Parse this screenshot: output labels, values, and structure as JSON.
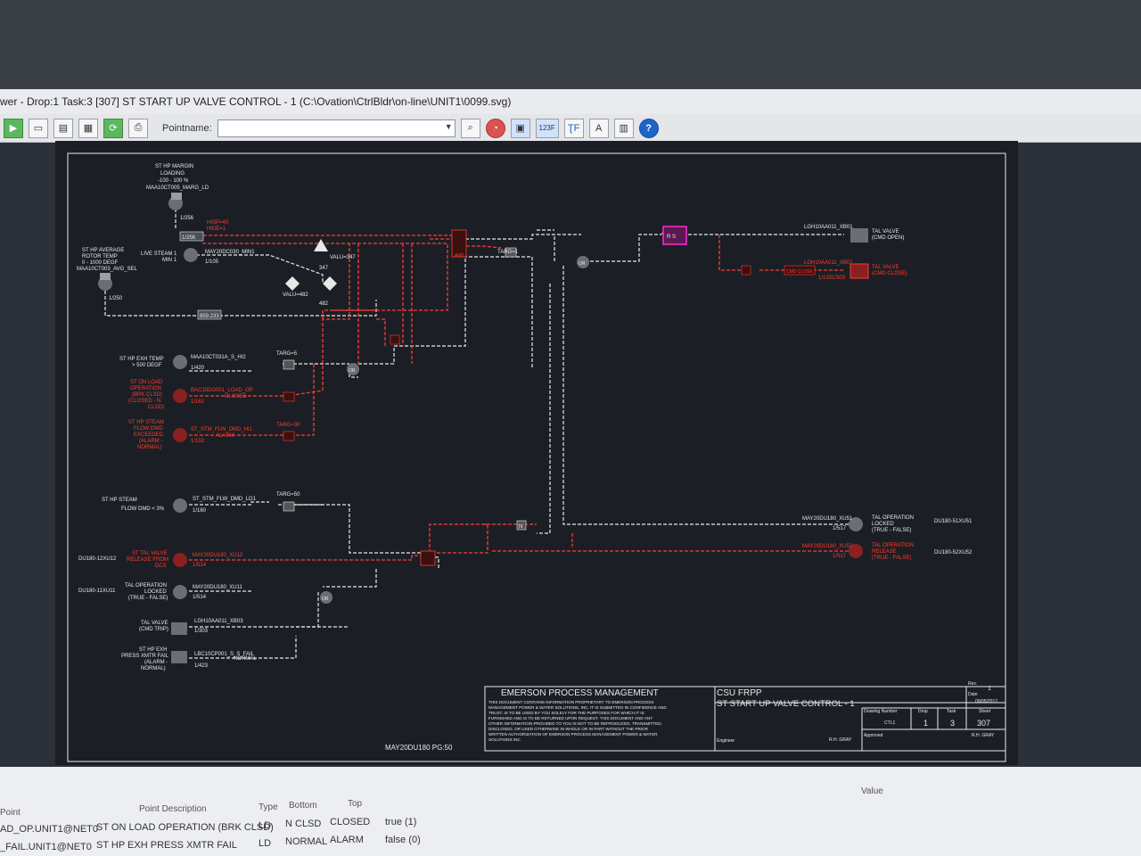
{
  "window": {
    "title": "wer - Drop:1 Task:3 [307] ST START UP VALVE CONTROL - 1 (C:\\Ovation\\CtrlBldr\\on-line\\UNIT1\\0099.svg)"
  },
  "toolbar": {
    "pointname_label": "Pointname:",
    "pointname_value": "",
    "btn_123f": "123F",
    "btn_help": "?"
  },
  "diagram": {
    "inputs": {
      "margin_loading": [
        "ST HP MARGIN",
        "LOADING",
        "-100 - 100 %",
        "MAA10CT005_MARG_LD"
      ],
      "margin_loading_block": "1/256",
      "hisp": "HISP=40",
      "hide": "HIDE=1",
      "avg_rotor": [
        "ST HP AVERAGE",
        "ROTOR TEMP",
        "0 - 1000 DEGF",
        "MAA10CT003_AVG_SEL"
      ],
      "avg_rotor_block": "1/250",
      "live_steam": [
        "LIVE STEAM 1",
        "MIN 1"
      ],
      "live_steam_tag": "MAY20DC030_MIN1",
      "live_steam_block": "1/105",
      "valu_347": "VALU=347",
      "valu_482": "VALU=482",
      "n347": "347",
      "n482": "482",
      "box_value": "859.233",
      "exh_temp": [
        "ST HP EXH TEMP",
        "> 500 DEGF"
      ],
      "exh_temp_tag": "MAA10CT031A_S_HI2",
      "exh_temp_block": "1/420",
      "targ5": "TARG=5",
      "on_load": [
        "ST ON LOAD",
        "OPERATION",
        "(BRK CLSD)",
        "(CLOSED - N",
        "CLSD)"
      ],
      "on_load_tag": "BAC10DG001_LOAD_OP",
      "on_load_state": "CLOSED",
      "on_load_block": "1/161",
      "flow_dmd": [
        "ST HP STEAM",
        "FLOW DMD",
        "EXCEEDED",
        "(ALARM -",
        "NORMAL)"
      ],
      "flow_dmd_tag": "ST_STM_FLW_DMD_HI1",
      "flow_dmd_state": "ALARM",
      "flow_dmd_block": "1/153",
      "targ30": "TARG=30",
      "flow_lo": [
        "ST HP STEAM",
        "FLOW DMD < 3%"
      ],
      "flow_lo_tag": "ST_STM_FLW_DMD_LO1",
      "flow_lo_block": "1/160",
      "targ50": "TARG=50",
      "valve_rel": [
        "ST TAL VALVE",
        "RELEASE FROM",
        "DCS"
      ],
      "valve_rel_ref": "DU180-12XU12",
      "valve_rel_tag": "MAY20DU180_XU12",
      "valve_rel_block": "1/514",
      "op_locked": [
        "TAL OPERATION",
        "LOCKED",
        "(TRUE - FALSE)"
      ],
      "op_locked_ref": "DU180-11XU11",
      "op_locked_tag": "MAY20DU180_XU11",
      "op_locked_block": "1/514",
      "cmd_trip": [
        "TAL VALVE",
        "(CMD TRIP)"
      ],
      "cmd_trip_tag": "LGH10AA011_XB03",
      "cmd_trip_block": "1/303",
      "xmtr_fail": [
        "ST HP EXH",
        "PRESS XMTR FAIL",
        "(ALARM -",
        "NORMAL)"
      ],
      "xmtr_fail_tag": "LBC10CP001_S_S_FAIL",
      "xmtr_fail_state": "NORMAL",
      "xmtr_fail_block": "1/423"
    },
    "logic": {
      "and": "AND",
      "or1": "OR",
      "or2": "OR",
      "or3": "OR",
      "targ1": "TARG=1",
      "n": "N",
      "rs": "R S"
    },
    "outputs": {
      "cmd_open_tag": "LGH10AA011_XB01",
      "cmd_open": [
        "TAL VALVE",
        "(CMD OPEN)"
      ],
      "cmd_close_tag": "LGH10AA011_XB02",
      "cmd_close_state": "CMD CLOSE",
      "cmd_close_block": "1/1331/303",
      "cmd_close": [
        "TAL VALVE",
        "(CMD CLOSE)"
      ],
      "locked_tag": "MAY20DU180_XU51",
      "locked_block": "1/517",
      "locked": [
        "TAL OPERATION",
        "LOCKED",
        "(TRUE - FALSE)"
      ],
      "locked_ref": "DU180-51XU51",
      "release_tag": "MAY20DU180_XU52",
      "release_block": "1/517",
      "release": [
        "TAL OPERATION",
        "RELEASE",
        "(TRUE - FALSE)"
      ],
      "release_ref": "DU180-52XU52"
    },
    "footer_ref": "MAY20DU180 PG:50",
    "title_block": {
      "company": "EMERSON PROCESS MANAGEMENT",
      "notice": [
        "THIS DOCUMENT CONTAINS INFORMATION PROPRIETARY TO EMERSON PROCESS",
        "MANAGEMENT POWER & WATER SOLUTIONS, INC. IT IS SUBMITTED IN CONFIDENCE AND",
        "TRUST, IS TO BE USED BY YOU SOLELY FOR THE PURPOSES FOR WHICH IT IS",
        "FURNISHED AND IS TO BE RETURNED UPON REQUEST. THIS DOCUMENT AND ANY",
        "OTHER INFORMATION PROVIDED TO YOU IS NOT TO BE REPRODUCED, TRANSMITTED,",
        "DISCLOSED, OR USED OTHERWISE IN WHOLE OR IN PART WITHOUT THE PRIOR",
        "WRITTEN AUTHORIZATION OF EMERSON PROCESS MANAGEMENT POWER & WATER",
        "SOLUTIONS INC."
      ],
      "project": "CSU FRPP",
      "drawing_title": "ST START UP VALVE CONTROL - 1",
      "drawing_number_label": "Drawing Number",
      "drawing_number": "CTL1",
      "drop_label": "Drop",
      "drop": "1",
      "task_label": "Task",
      "task": "3",
      "sheet_label": "Sheet",
      "sheet": "307",
      "rev_label": "Rev.",
      "rev": "1",
      "date_label": "Date",
      "date": "09/05/2017",
      "engineer_label": "Engineer",
      "engineer": "R.H. GRAY",
      "approved_label": "Approved",
      "approved": "R.H. GRAY"
    }
  },
  "grid": {
    "headers": {
      "point": "Point",
      "desc": "Point Description",
      "type": "Type",
      "bottom": "Bottom",
      "top": "Top",
      "value": "Value"
    },
    "rows": [
      {
        "point": "AD_OP.UNIT1@NET0",
        "desc": "ST ON LOAD OPERATION (BRK CLSD)",
        "type": "LD",
        "bottom": "N CLSD",
        "top": "CLOSED",
        "value": "true (1)"
      },
      {
        "point": "_FAIL.UNIT1@NET0",
        "desc": "ST HP EXH PRESS XMTR FAIL",
        "type": "LD",
        "bottom": "NORMAL",
        "top": "ALARM",
        "value": "false (0)"
      }
    ]
  },
  "colors": {
    "canvas": "#1b1f25",
    "line": "#e8e8e8",
    "active": "#ff3b30",
    "highlight": "#ff2bd6"
  }
}
